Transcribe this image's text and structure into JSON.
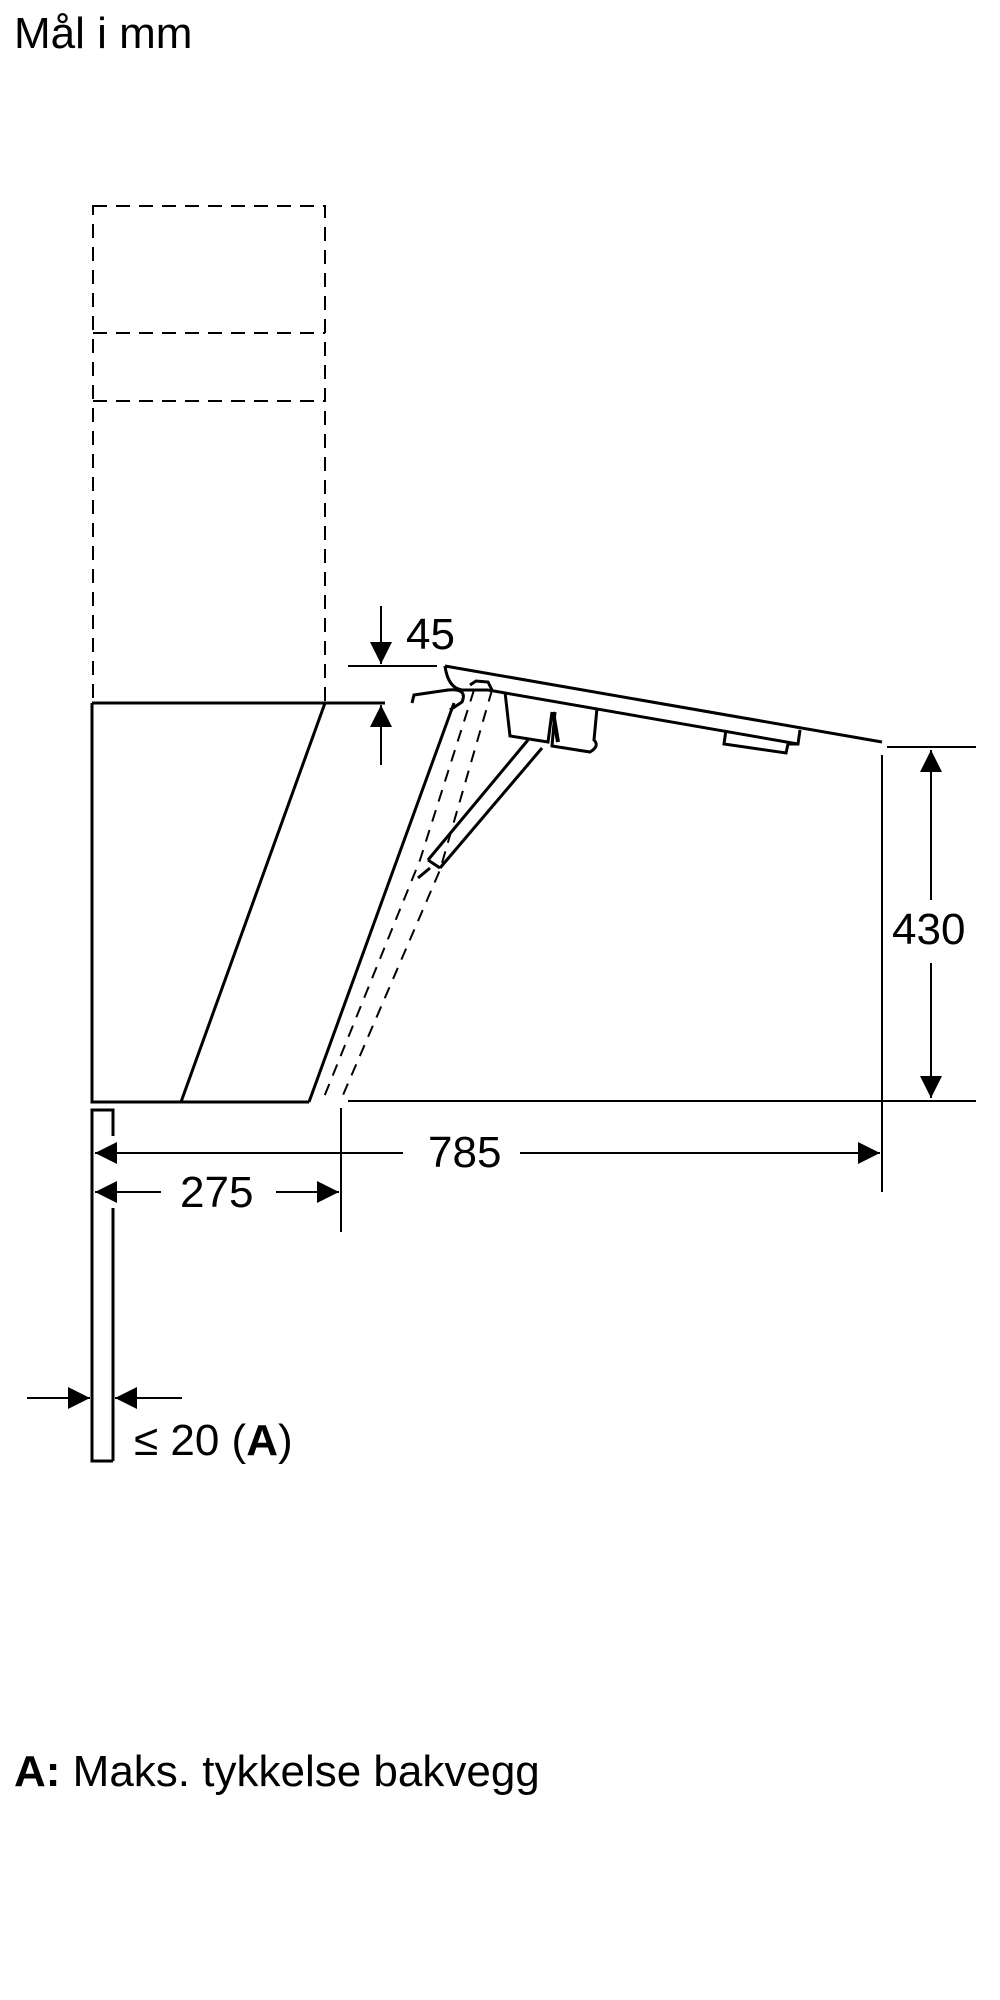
{
  "header": {
    "title": "Mål i mm"
  },
  "dimensions": {
    "lid_offset": "45",
    "height": "430",
    "depth_total": "785",
    "depth_cabinet": "275",
    "wall_thickness_prefix": "≤ 20 (",
    "wall_thickness_ref": "A",
    "wall_thickness_suffix": ")"
  },
  "legend": {
    "key": "A:",
    "text": "Maks. tykkelse bakvegg"
  },
  "colors": {
    "line": "#000000",
    "background": "#ffffff"
  }
}
